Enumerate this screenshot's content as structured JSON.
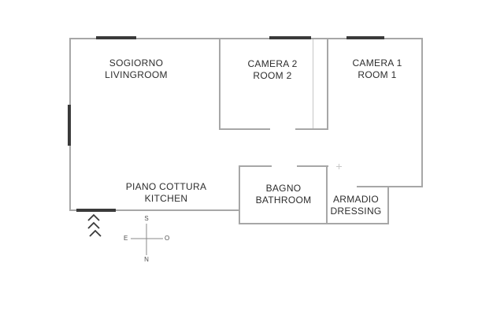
{
  "floorplan": {
    "rooms": {
      "livingroom": {
        "label_primary": "SOGIORNO",
        "label_secondary": "LIVINGROOM"
      },
      "room2": {
        "label_primary": "CAMERA 2",
        "label_secondary": "ROOM 2"
      },
      "room1": {
        "label_primary": "CAMERA 1",
        "label_secondary": "ROOM 1"
      },
      "kitchen": {
        "label_primary": "PIANO COTTURA",
        "label_secondary": "KITCHEN"
      },
      "bathroom": {
        "label_primary": "BAGNO",
        "label_secondary": "BATHROOM"
      },
      "dressing": {
        "label_primary": "ARMADIO",
        "label_secondary": "DRESSING"
      }
    },
    "compass": {
      "top": "S",
      "left": "E",
      "right": "O",
      "bottom": "N"
    },
    "colors": {
      "wall": "#a7a7a7",
      "wall_light": "#c6c6c6",
      "opening_marker": "#3a3a3a",
      "label_text": "#2d2d2d",
      "compass_text": "#4f4f4f"
    }
  }
}
